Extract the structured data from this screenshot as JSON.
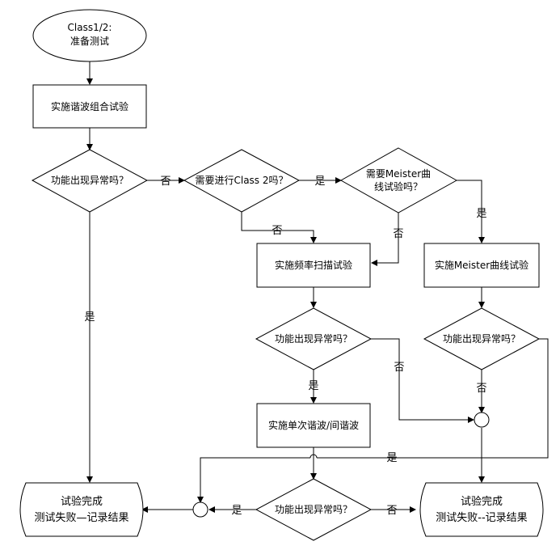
{
  "nodes": {
    "start_line1": "Class1/2:",
    "start_line2": "准备测试",
    "harmonic_test": "实施谐波组合试验",
    "decision_function_1": "功能出现异常吗？",
    "decision_class2": "需要进行Class 2吗？",
    "decision_meister_line1": "需要Meister曲",
    "decision_meister_line2": "线试验吗？",
    "freq_sweep_test": "实施频率扫描试验",
    "meister_test": "实施Meister曲线试验",
    "decision_function_2": "功能出现异常吗？",
    "decision_function_3": "功能出现异常吗？",
    "single_harmonic_test": "实施单次谐波/间谐波",
    "decision_function_4": "功能出现异常吗？",
    "end_left_line1": "试验完成",
    "end_left_line2": "测试失败—记录结果",
    "end_right_line1": "试验完成",
    "end_right_line2": "测试失败--记录结果"
  },
  "labels": {
    "yes": "是",
    "no": "否"
  }
}
